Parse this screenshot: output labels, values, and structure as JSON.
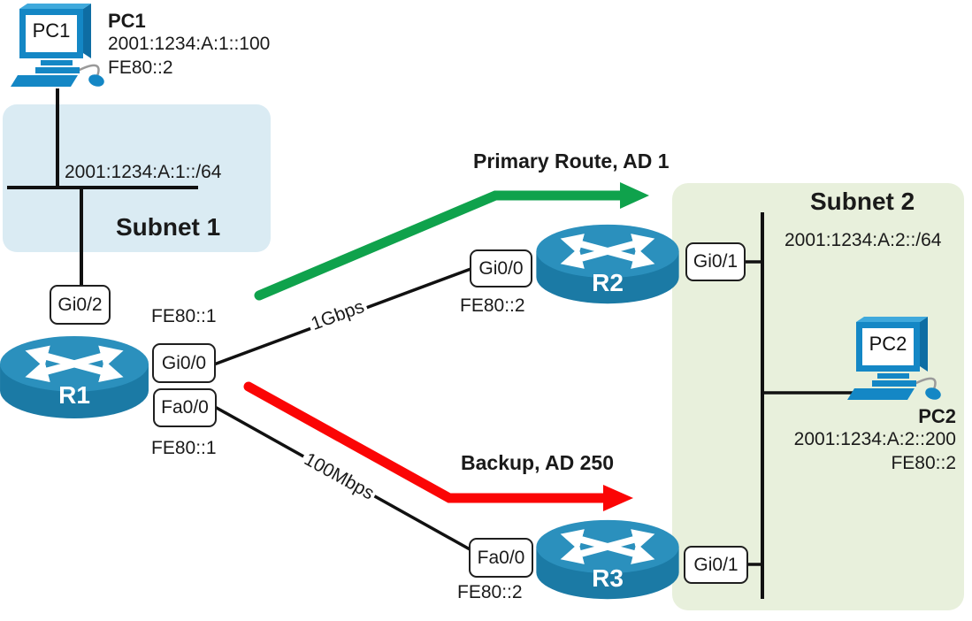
{
  "colors": {
    "primary_route": "#0fa24c",
    "backup_route": "#fb0505",
    "subnet1_fill": "#daebf3",
    "subnet2_fill": "#e8f0dc",
    "router_top": "#2b90bd",
    "router_body": "#1b7aa5",
    "pc_blue": "#1487c5",
    "wire": "#111111"
  },
  "pc1": {
    "screen": "PC1",
    "title": "PC1",
    "address": "2001:1234:A:1::100",
    "link_local": "FE80::2"
  },
  "pc2": {
    "screen": "PC2",
    "title": "PC2",
    "address": "2001:1234:A:2::200",
    "link_local": "FE80::2"
  },
  "subnet1": {
    "title": "Subnet 1",
    "prefix": "2001:1234:A:1::/64"
  },
  "subnet2": {
    "title": "Subnet 2",
    "prefix": "2001:1234:A:2::/64"
  },
  "r1": {
    "label": "R1",
    "iface_lan": "Gi0/2",
    "iface_gi": "Gi0/0",
    "iface_gi_link_local": "FE80::1",
    "iface_fa": "Fa0/0",
    "iface_fa_link_local": "FE80::1"
  },
  "r2": {
    "label": "R2",
    "iface_wan": "Gi0/0",
    "iface_wan_link_local": "FE80::2",
    "iface_lan": "Gi0/1"
  },
  "r3": {
    "label": "R3",
    "iface_wan": "Fa0/0",
    "iface_wan_link_local": "FE80::2",
    "iface_lan": "Gi0/1"
  },
  "links": {
    "primary_speed": "1Gbps",
    "backup_speed": "100Mbps"
  },
  "routes": {
    "primary_label": "Primary Route, AD 1",
    "backup_label": "Backup, AD 250"
  }
}
